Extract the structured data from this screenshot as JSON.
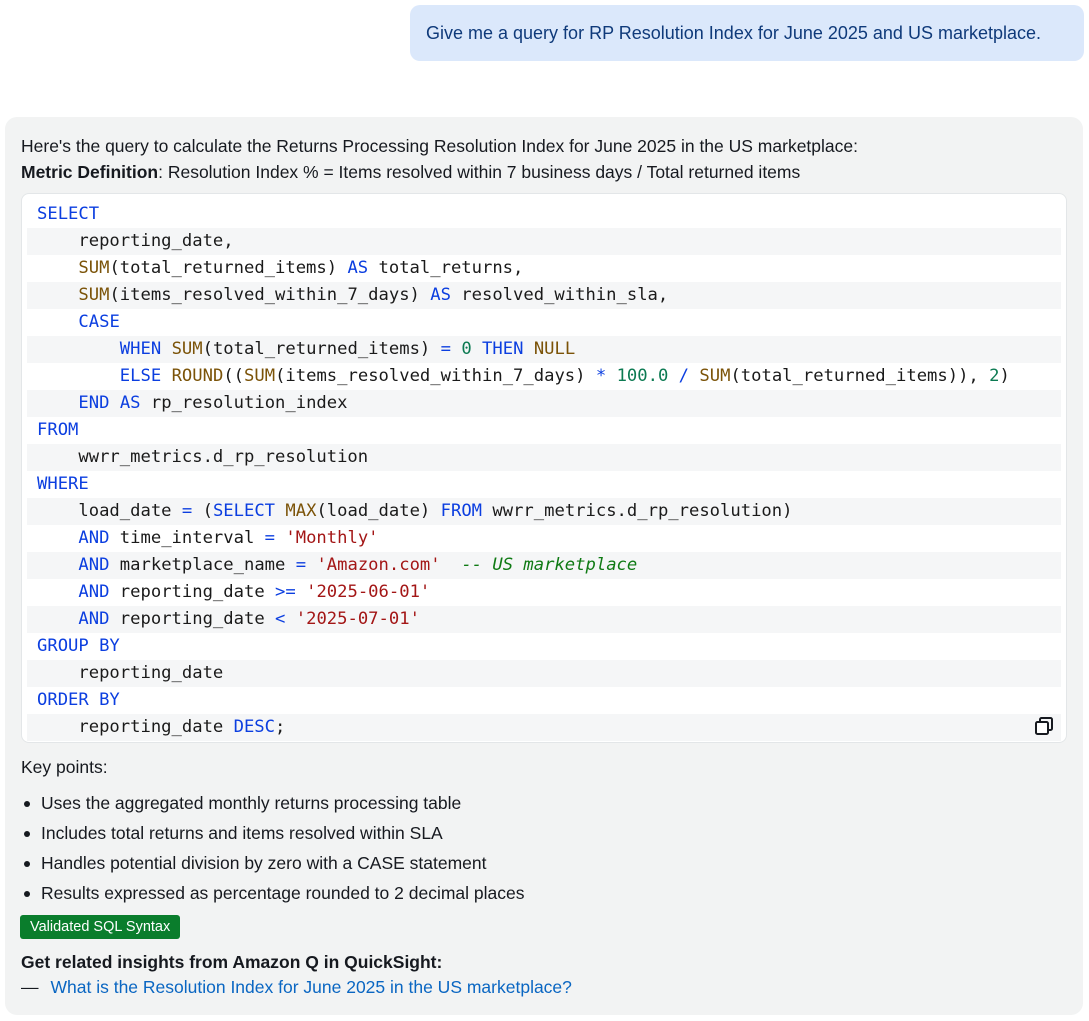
{
  "user_message": "Give me a query for RP Resolution Index for June 2025 and US marketplace.",
  "assistant": {
    "intro": "Here's the query to calculate the Returns Processing Resolution Index for June 2025 in the US marketplace:",
    "metric_label": "Metric Definition",
    "metric_text": ": Resolution Index % = Items resolved within 7 business days / Total returned items",
    "code_lines": [
      [
        {
          "t": "SELECT",
          "c": "kw"
        }
      ],
      [
        {
          "t": "    reporting_date,"
        }
      ],
      [
        {
          "t": "    "
        },
        {
          "t": "SUM",
          "c": "fn"
        },
        {
          "t": "(total_returned_items) "
        },
        {
          "t": "AS",
          "c": "kw"
        },
        {
          "t": " total_returns,"
        }
      ],
      [
        {
          "t": "    "
        },
        {
          "t": "SUM",
          "c": "fn"
        },
        {
          "t": "(items_resolved_within_7_days) "
        },
        {
          "t": "AS",
          "c": "kw"
        },
        {
          "t": " resolved_within_sla,"
        }
      ],
      [
        {
          "t": "    "
        },
        {
          "t": "CASE",
          "c": "kw"
        }
      ],
      [
        {
          "t": "        "
        },
        {
          "t": "WHEN",
          "c": "kw"
        },
        {
          "t": " "
        },
        {
          "t": "SUM",
          "c": "fn"
        },
        {
          "t": "(total_returned_items) "
        },
        {
          "t": "=",
          "c": "kw"
        },
        {
          "t": " "
        },
        {
          "t": "0",
          "c": "num"
        },
        {
          "t": " "
        },
        {
          "t": "THEN",
          "c": "kw"
        },
        {
          "t": " "
        },
        {
          "t": "NULL",
          "c": "fn"
        }
      ],
      [
        {
          "t": "        "
        },
        {
          "t": "ELSE",
          "c": "kw"
        },
        {
          "t": " "
        },
        {
          "t": "ROUND",
          "c": "fn"
        },
        {
          "t": "(("
        },
        {
          "t": "SUM",
          "c": "fn"
        },
        {
          "t": "(items_resolved_within_7_days) "
        },
        {
          "t": "*",
          "c": "kw"
        },
        {
          "t": " "
        },
        {
          "t": "100.0",
          "c": "num"
        },
        {
          "t": " "
        },
        {
          "t": "/",
          "c": "kw"
        },
        {
          "t": " "
        },
        {
          "t": "SUM",
          "c": "fn"
        },
        {
          "t": "(total_returned_items)), "
        },
        {
          "t": "2",
          "c": "num"
        },
        {
          "t": ")"
        }
      ],
      [
        {
          "t": "    "
        },
        {
          "t": "END",
          "c": "kw"
        },
        {
          "t": " "
        },
        {
          "t": "AS",
          "c": "kw"
        },
        {
          "t": " rp_resolution_index"
        }
      ],
      [
        {
          "t": "FROM",
          "c": "kw"
        }
      ],
      [
        {
          "t": "    wwrr_metrics.d_rp_resolution"
        }
      ],
      [
        {
          "t": "WHERE",
          "c": "kw"
        }
      ],
      [
        {
          "t": "    load_date "
        },
        {
          "t": "=",
          "c": "kw"
        },
        {
          "t": " ("
        },
        {
          "t": "SELECT",
          "c": "kw"
        },
        {
          "t": " "
        },
        {
          "t": "MAX",
          "c": "fn"
        },
        {
          "t": "(load_date) "
        },
        {
          "t": "FROM",
          "c": "kw"
        },
        {
          "t": " wwrr_metrics.d_rp_resolution)"
        }
      ],
      [
        {
          "t": "    "
        },
        {
          "t": "AND",
          "c": "kw"
        },
        {
          "t": " time_interval "
        },
        {
          "t": "=",
          "c": "kw"
        },
        {
          "t": " "
        },
        {
          "t": "'Monthly'",
          "c": "str"
        }
      ],
      [
        {
          "t": "    "
        },
        {
          "t": "AND",
          "c": "kw"
        },
        {
          "t": " marketplace_name "
        },
        {
          "t": "=",
          "c": "kw"
        },
        {
          "t": " "
        },
        {
          "t": "'Amazon.com'",
          "c": "str"
        },
        {
          "t": "  "
        },
        {
          "t": "-- US marketplace",
          "c": "cmt"
        }
      ],
      [
        {
          "t": "    "
        },
        {
          "t": "AND",
          "c": "kw"
        },
        {
          "t": " reporting_date "
        },
        {
          "t": ">=",
          "c": "kw"
        },
        {
          "t": " "
        },
        {
          "t": "'2025-06-01'",
          "c": "str"
        }
      ],
      [
        {
          "t": "    "
        },
        {
          "t": "AND",
          "c": "kw"
        },
        {
          "t": " reporting_date "
        },
        {
          "t": "<",
          "c": "kw"
        },
        {
          "t": " "
        },
        {
          "t": "'2025-07-01'",
          "c": "str"
        }
      ],
      [
        {
          "t": "GROUP BY",
          "c": "kw"
        }
      ],
      [
        {
          "t": "    reporting_date"
        }
      ],
      [
        {
          "t": "ORDER BY",
          "c": "kw"
        }
      ],
      [
        {
          "t": "    reporting_date "
        },
        {
          "t": "DESC",
          "c": "kw"
        },
        {
          "t": ";"
        }
      ]
    ],
    "key_points_label": "Key points:",
    "key_points": [
      "Uses the aggregated monthly returns processing table",
      "Includes total returns and items resolved within SLA",
      "Handles potential division by zero with a CASE statement",
      "Results expressed as percentage rounded to 2 decimal places"
    ],
    "badge": "Validated SQL Syntax",
    "related_title": "Get related insights from Amazon Q in QuickSight:",
    "related_dash": "—",
    "related_link": "What is the Resolution Index for June 2025 in the US marketplace?"
  },
  "icons": {
    "copy": "copy-icon"
  },
  "colors": {
    "user_bubble_bg": "#dbe8fb",
    "card_bg": "#f2f3f3",
    "keyword": "#0b3ee0",
    "function": "#7b5308",
    "number": "#0c7a52",
    "string": "#a31616",
    "comment": "#0f7a14",
    "badge_bg": "#0a7d2c",
    "link": "#0a66c2"
  }
}
